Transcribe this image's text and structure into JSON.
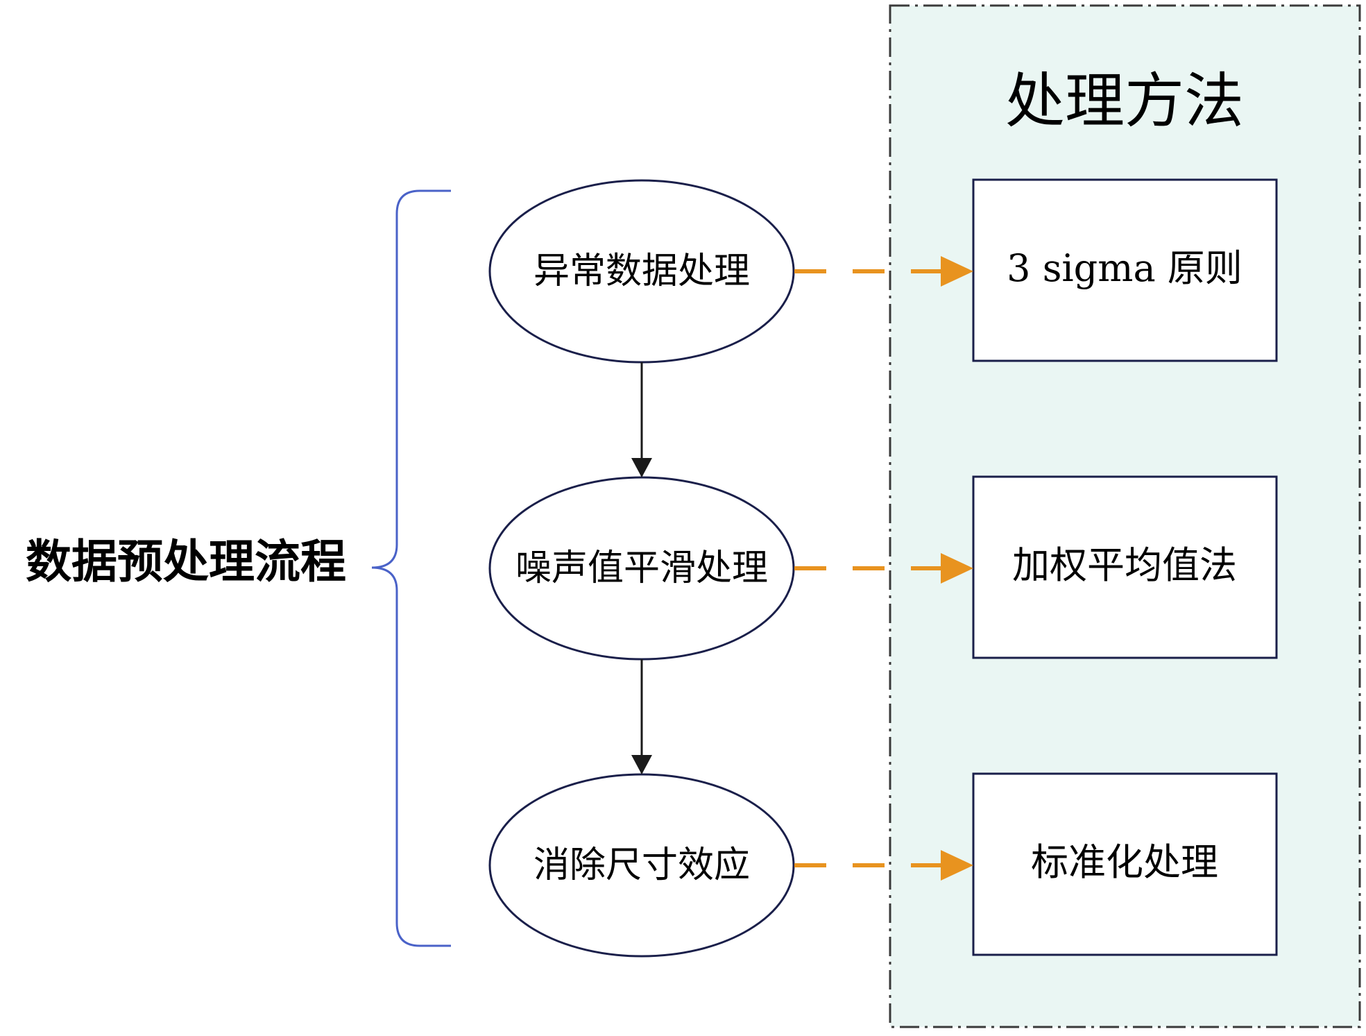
{
  "left_label": "数据预处理流程",
  "panel": {
    "title": "处理方法",
    "fill": "#eaf6f3",
    "border": "#3a3a3a"
  },
  "steps": [
    {
      "label": "异常数据处理",
      "method": "3 sigma 原则"
    },
    {
      "label": "噪声值平滑处理",
      "method": "加权平均值法"
    },
    {
      "label": "消除尺寸效应",
      "method": "标准化处理"
    }
  ],
  "colors": {
    "brace": "#4a62c8",
    "dashed_arrow": "#e8931f",
    "flow_arrow": "#1a1a1a",
    "outline": "#1a1f4a"
  }
}
